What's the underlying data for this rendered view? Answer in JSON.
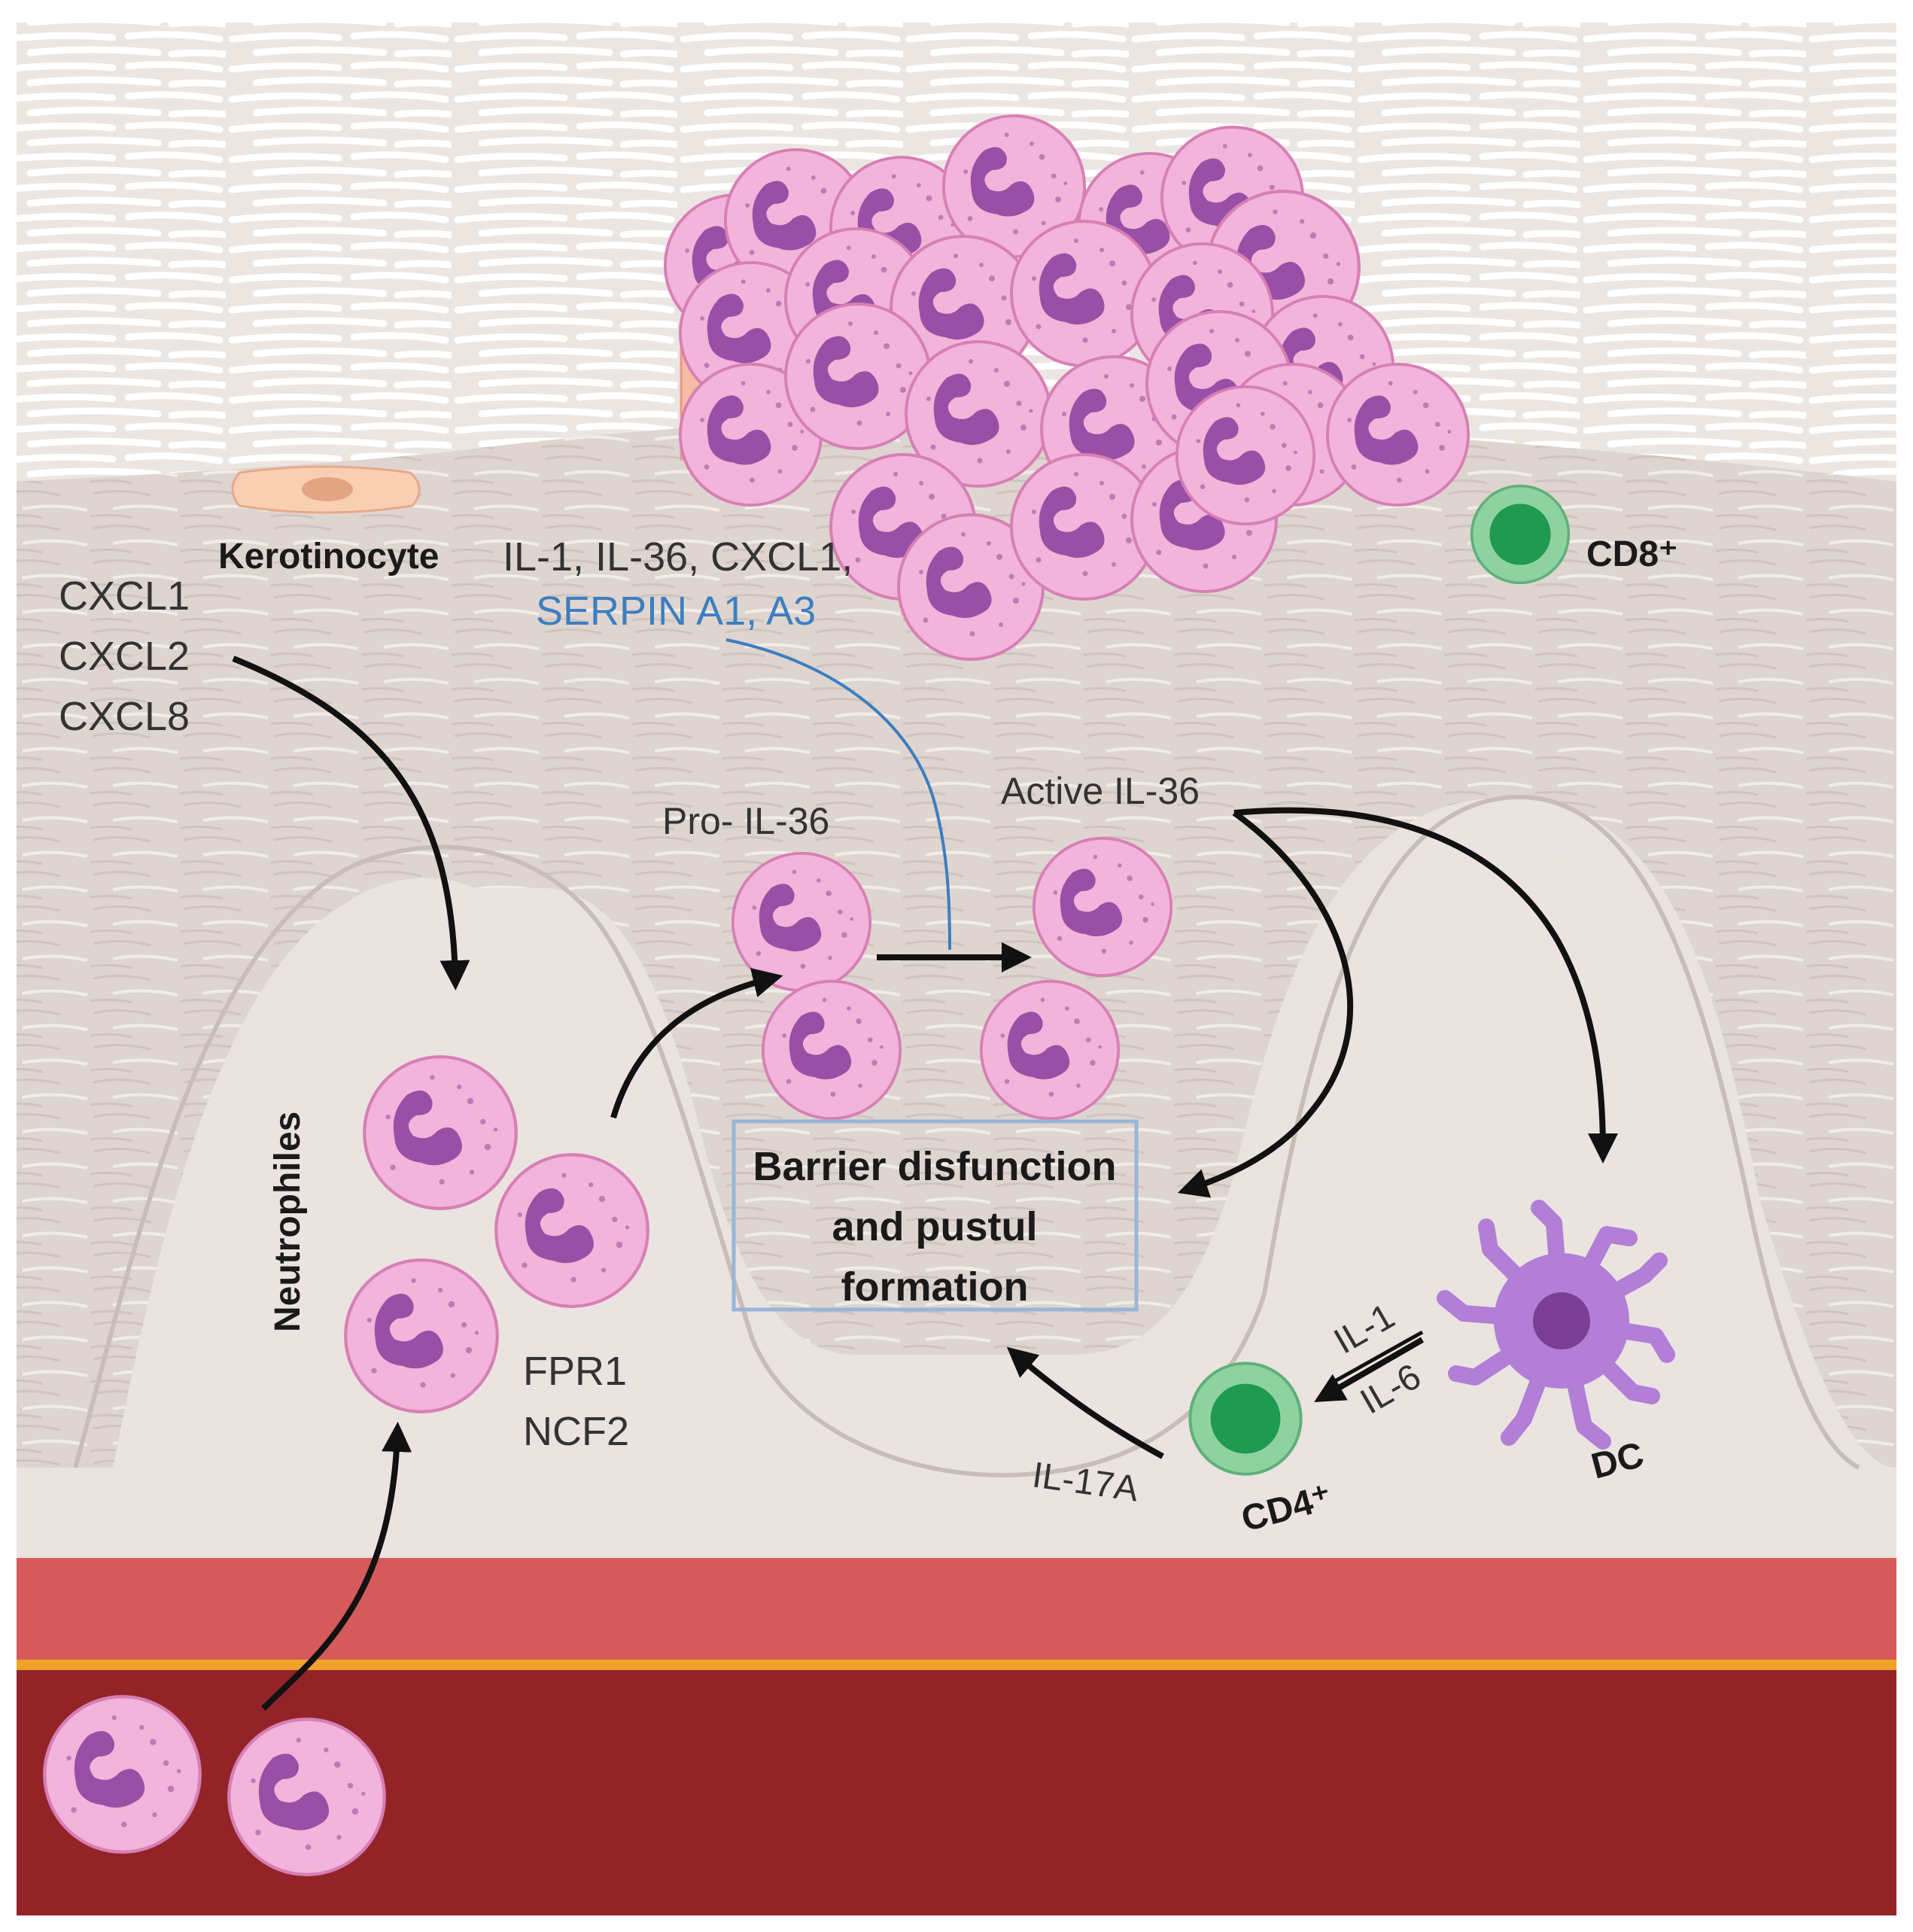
{
  "labels": {
    "kerotinocyte": "Kerotinocyte",
    "chemokines": [
      "CXCL1",
      "CXCL2",
      "CXCL8"
    ],
    "cytokines_line1": "IL-1, IL-36, CXCL1,",
    "serpin": "SERPIN A1, A3",
    "cd8": "CD8⁺",
    "pro_il36": "Pro- IL-36",
    "active_il36": "Active IL-36",
    "neutrophiles": "Neutrophiles",
    "barrier": [
      "Barrier disfunction",
      "and pustul",
      "formation"
    ],
    "fpr_ncf": [
      "FPR1",
      "NCF2"
    ],
    "il1": "IL-1",
    "il6": "IL-6",
    "il17a": "IL-17A",
    "cd4": "CD4⁺",
    "dc": "DC"
  },
  "colors": {
    "stratum": "#ece6e2",
    "epidermis": "#ded5d0",
    "dermis": "#eae3e0",
    "vessel_wall": "#d45a5b",
    "vessel_lumen": "#922428",
    "vessel_line": "#f0a22c",
    "neutrophil": "#f2b4da",
    "neutrophil_stroke": "#d77fb5",
    "nucleus": "#9a4fa6",
    "cd_cell": "#8fd2a2",
    "cd_nucleus": "#1f9a50",
    "dc": "#b27ed6",
    "dc_nucleus": "#7a3e94",
    "keratinocyte": "#f9cfb3",
    "serpin_text": "#3d7ec0",
    "barrier_box": "#9ab5d8",
    "arrow": "#111111"
  },
  "icons": {
    "neutrophil": "neutrophil-cell-icon",
    "t_cell": "t-cell-icon",
    "dendritic_cell": "dendritic-cell-icon",
    "keratinocyte": "keratinocyte-cell-icon"
  }
}
